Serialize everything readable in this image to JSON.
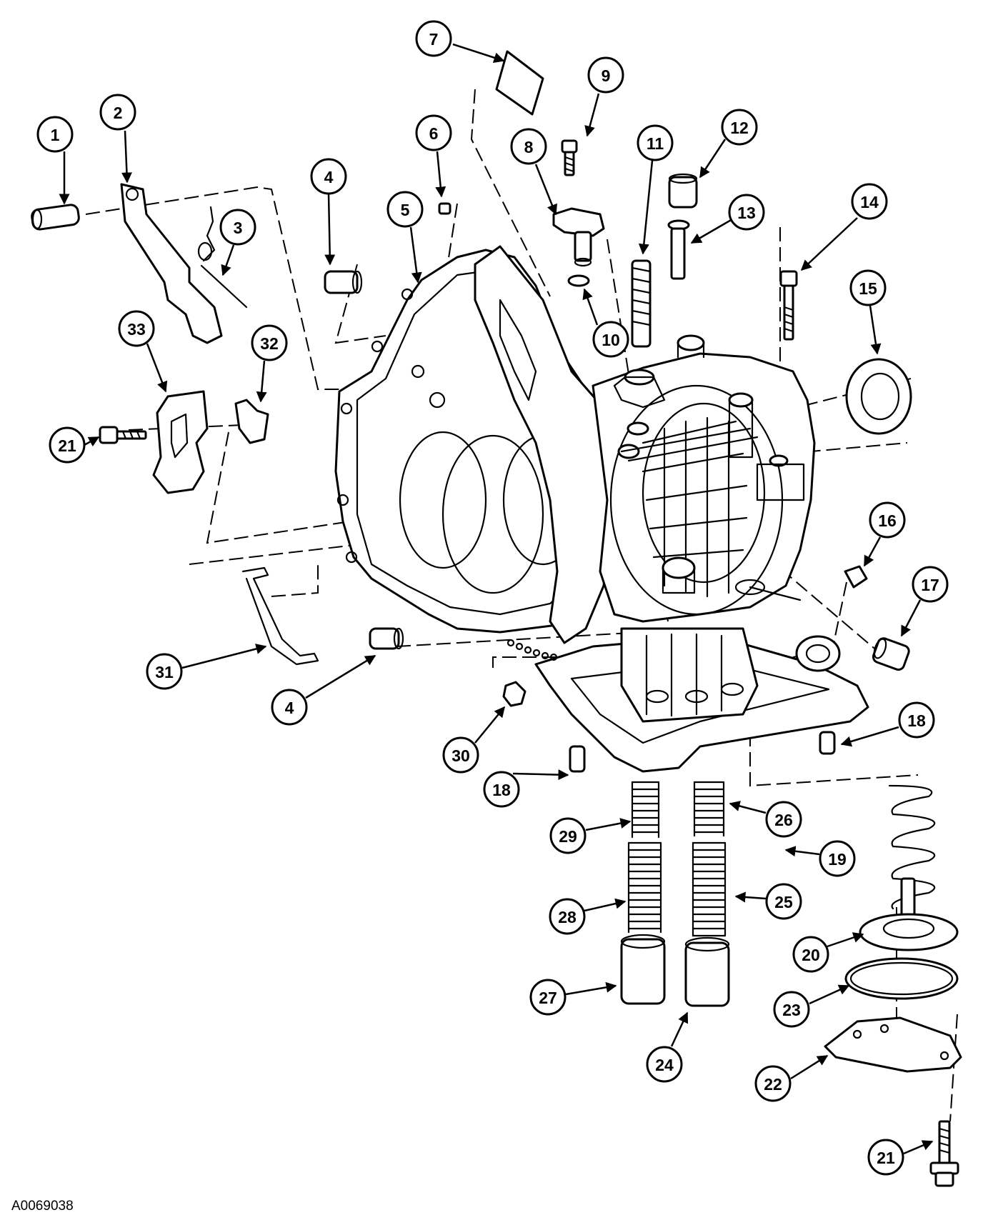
{
  "figure_id": "A0069038",
  "callouts": [
    "1",
    "2",
    "3",
    "4",
    "5",
    "6",
    "7",
    "8",
    "9",
    "10",
    "11",
    "12",
    "13",
    "14",
    "15",
    "16",
    "17",
    "18",
    "19",
    "20",
    "21",
    "22",
    "23",
    "24",
    "25",
    "26",
    "27",
    "28",
    "29",
    "30",
    "31",
    "32",
    "33",
    "4",
    "18",
    "21"
  ]
}
